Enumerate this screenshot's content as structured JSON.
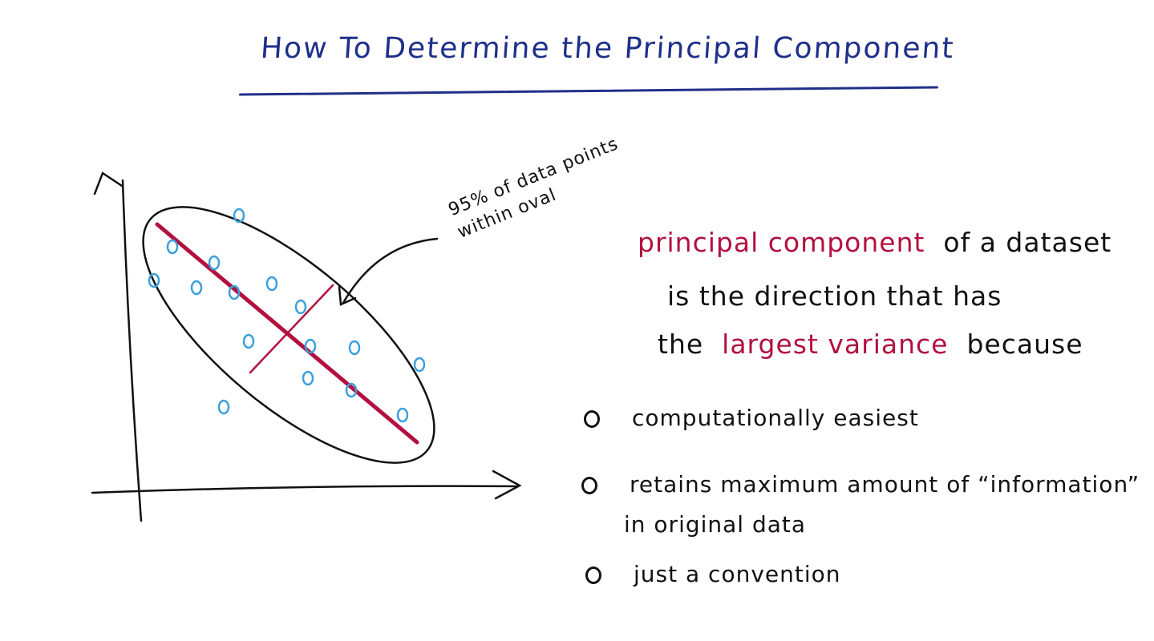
{
  "title": "How To Determine the Principal Component",
  "diagram": {
    "annotation": "95% of data points within oval",
    "point_color": "#3aa0dc",
    "axis_color": "#111111",
    "principal_axis_color": "#b3103f"
  },
  "definition": {
    "term": "principal component",
    "line1_rest": "of a dataset",
    "line2": "is the direction that has",
    "line3_start": "the",
    "highlight": "largest variance",
    "line3_end": "because"
  },
  "reasons": [
    {
      "text": "computationally easiest"
    },
    {
      "text": "retains maximum amount of “information”",
      "continuation": "in original data"
    },
    {
      "text": "just a convention"
    }
  ]
}
